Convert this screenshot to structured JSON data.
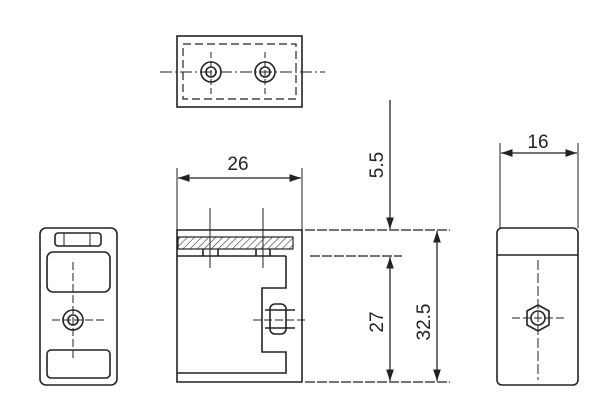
{
  "drawing": {
    "dimensions": {
      "width": "26",
      "top_gap": "5.5",
      "inner_height": "27",
      "total_height": "32.5",
      "depth": "16"
    },
    "views": [
      "top-view",
      "front-view",
      "left-view",
      "right-view"
    ],
    "line_color": "#222222"
  }
}
